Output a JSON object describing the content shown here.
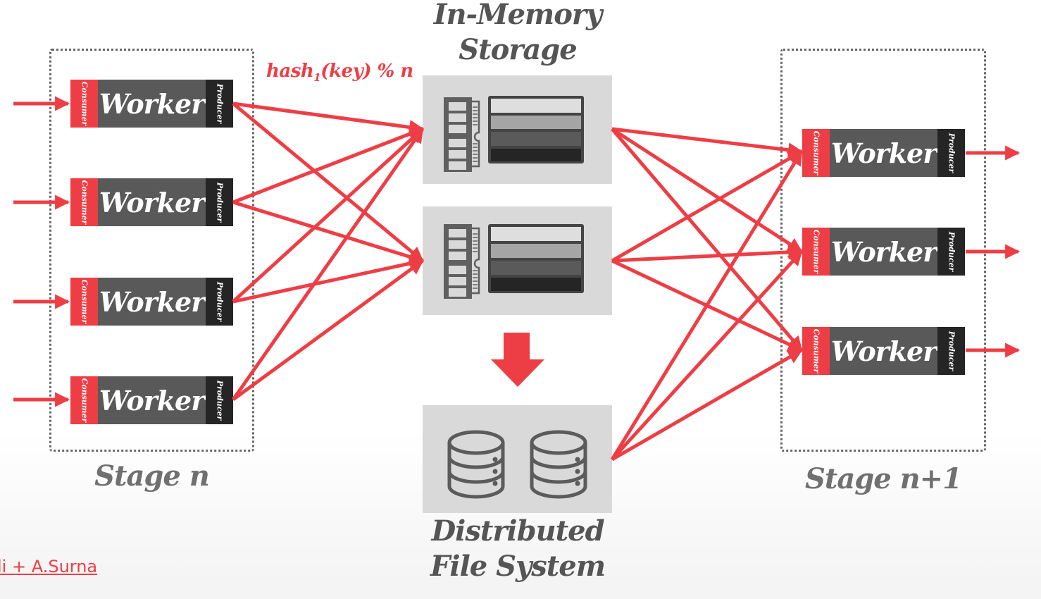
{
  "titles": {
    "in_memory_line1": "In-Memory",
    "in_memory_line2": "Storage",
    "dfs_line1": "Distributed",
    "dfs_line2": "File System"
  },
  "hash_label": {
    "prefix": "hash",
    "subscript": "1",
    "suffix": "(key) % n"
  },
  "stages": {
    "left": "Stage n",
    "right": "Stage n+1"
  },
  "worker": {
    "label": "Worker",
    "consumer": "Consumer",
    "producer": "Producer"
  },
  "left_workers": [
    {
      "label": "Worker"
    },
    {
      "label": "Worker"
    },
    {
      "label": "Worker"
    },
    {
      "label": "Worker"
    }
  ],
  "right_workers": [
    {
      "label": "Worker"
    },
    {
      "label": "Worker"
    },
    {
      "label": "Worker"
    }
  ],
  "icons": {
    "memory": "memory-ram-icon",
    "database": "database-icon",
    "flush_arrow": "arrow-down-icon"
  },
  "colors": {
    "accent": "#ee3e45",
    "worker_body": "#595959",
    "producer": "#252525",
    "panel": "#d9d9d9",
    "text_gray": "#707070"
  },
  "credit": "li + A.Surna"
}
